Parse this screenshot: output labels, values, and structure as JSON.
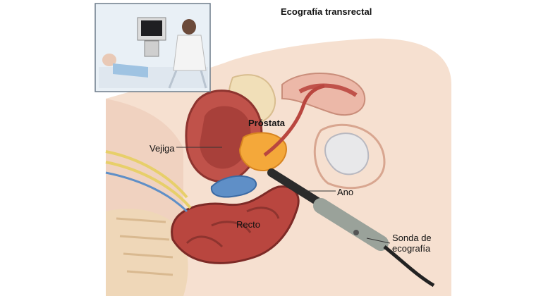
{
  "title": "Ecografía transrectal",
  "labels": {
    "prostata": "Próstata",
    "vejiga": "Vejiga",
    "ano": "Ano",
    "recto": "Recto",
    "sonda_line1": "Sonda de",
    "sonda_line2": "ecografía"
  },
  "inset": {
    "description_icon": "patient-and-physician-ultrasound-scene"
  },
  "colors": {
    "skin": "#f3d9c6",
    "skin_dark": "#e8bca2",
    "organ_red": "#c0524a",
    "rectum": "#b9463f",
    "prostate": "#f4a83a",
    "probe": "#9aa29a",
    "probe_dark": "#2b2b2b",
    "vessel_blue": "#5f8fc7",
    "nerve_yellow": "#e7cf6a"
  }
}
